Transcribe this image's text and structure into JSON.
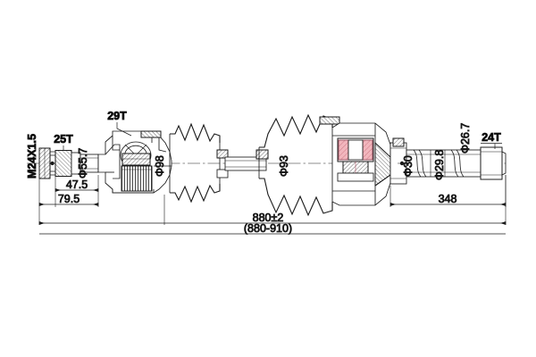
{
  "drawing": {
    "type": "cv-axle-halfshaft-technical-drawing",
    "background": "#ffffff",
    "line_color": "#1a1a1a",
    "roller_hatch_color": "#f2b6bd",
    "labels": {
      "thread_left": "M24X1.5",
      "spline_left_count": "25T",
      "joint_left_count": "29T",
      "spline_right_count": "24T",
      "dia_flange_left": "Φ55.7",
      "dia_joint_left": "Φ98",
      "dia_joint_mid": "Φ93",
      "dia_boot_right": "Φ30",
      "dia_shaft_right": "Φ29.8",
      "dia_spline_right": "Φ26.7",
      "len_47_5": "47.5",
      "len_79_5": "79.5",
      "len_348": "348",
      "len_overall": "880±2",
      "len_overall_range": "(880-910)"
    }
  }
}
